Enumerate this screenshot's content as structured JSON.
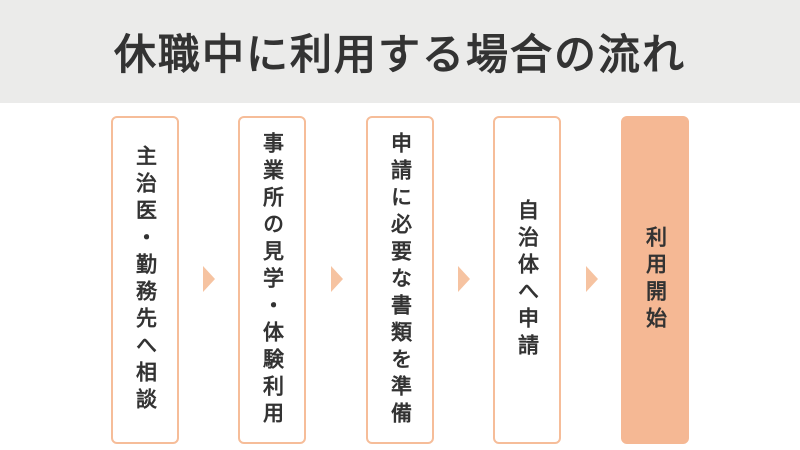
{
  "title": "休職中に利用する場合の流れ",
  "steps": [
    {
      "label": "主治医・勤務先へ相談"
    },
    {
      "label": "事業所の見学・体験利用"
    },
    {
      "label": "申請に必要な書類を準備"
    },
    {
      "label": "自治体へ申請"
    },
    {
      "label": "利用開始"
    }
  ],
  "colors": {
    "header_bg": "#ebebea",
    "accent": "#f5b894",
    "text": "#333333"
  },
  "icons": {
    "connector": "chevron-right-triangle-icon"
  }
}
